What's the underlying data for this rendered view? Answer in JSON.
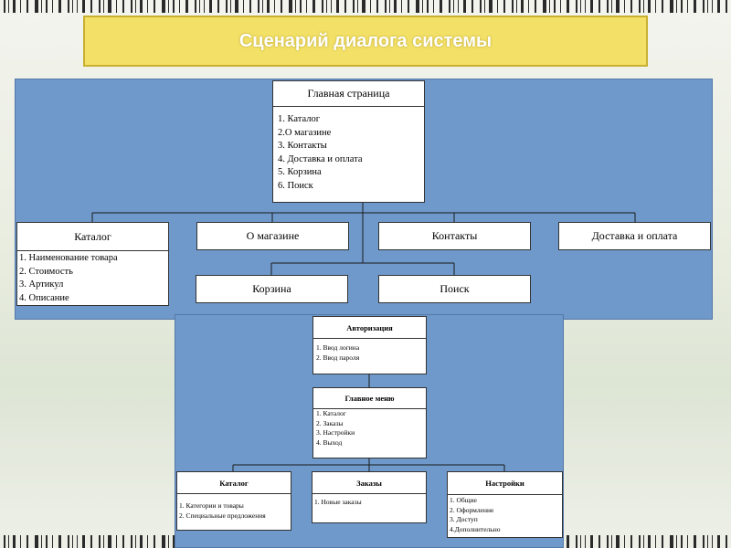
{
  "title": "Сценарий диалога системы",
  "site": {
    "main": {
      "title": "Главная страница",
      "items": [
        "1. Каталог",
        "2.О магазине",
        "3. Контакты",
        "4. Доставка и оплата",
        "5. Корзина",
        "6. Поиск"
      ]
    },
    "catalog": {
      "title": "Каталог",
      "items": [
        "1. Наименование товара",
        "2. Стоимость",
        "3. Артикул",
        "4.  Описание"
      ]
    },
    "about": {
      "title": "О магазине"
    },
    "contacts": {
      "title": "Контакты"
    },
    "delivery": {
      "title": "Доставка и оплата"
    },
    "cart": {
      "title": "Корзина"
    },
    "search": {
      "title": "Поиск"
    }
  },
  "admin": {
    "auth": {
      "title": "Авторизация",
      "items": [
        "1. Ввод логина",
        "2. Ввод пароля"
      ]
    },
    "menu": {
      "title": "Главное меню",
      "items": [
        "1. Каталог",
        "2. Заказы",
        "3. Настройки",
        "4. Выход"
      ]
    },
    "catalog": {
      "title": "Каталог",
      "items": [
        "1. Категории и товары",
        "2. Специальные предложения"
      ]
    },
    "orders": {
      "title": "Заказы",
      "items": [
        "1. Новые заказы"
      ]
    },
    "settings": {
      "title": "Настройки",
      "items": [
        "1. Общие",
        "2. Оформление",
        "3. Доступ",
        "4.Дополнительно"
      ]
    }
  },
  "colors": {
    "panel": "#6f99cb",
    "title_bg": "#f3e066",
    "title_text": "#ffffff"
  }
}
